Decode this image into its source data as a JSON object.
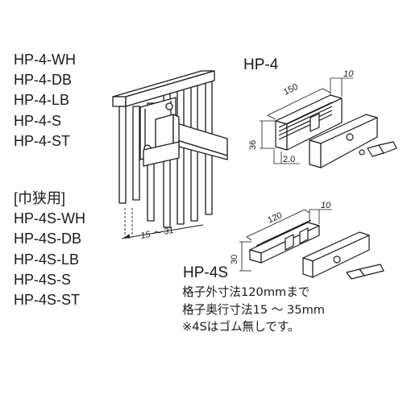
{
  "models": {
    "standard": [
      "HP-4-WH",
      "HP-4-DB",
      "HP-4-LB",
      "HP-4-S",
      "HP-4-ST"
    ],
    "narrow_label": "[巾狭用]",
    "narrow": [
      "HP-4S-WH",
      "HP-4S-DB",
      "HP-4S-LB",
      "HP-4S-S",
      "HP-4S-ST"
    ]
  },
  "hp4": {
    "title": "HP-4",
    "dims": {
      "length": "150",
      "depth": "10",
      "height": "36",
      "thickness": "2.0"
    }
  },
  "hp4s": {
    "title": "HP-4S",
    "dims": {
      "length": "120",
      "depth": "10",
      "height": "30"
    },
    "notes": [
      "格子外寸法120mmまで",
      "格子奥行寸法15 ～ 35mm",
      "※4Sはゴム無しです。"
    ]
  },
  "install": {
    "range": "15 ～ 31"
  }
}
